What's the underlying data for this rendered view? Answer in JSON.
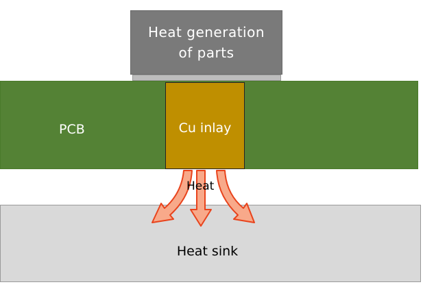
{
  "diagram": {
    "part_label_line1": "Heat generation",
    "part_label_line2": "of parts",
    "pcb_label": "PCB",
    "cu_label": "Cu inlay",
    "heat_label": "Heat",
    "sink_label": "Heat sink"
  },
  "colors": {
    "part": "#7a7a7a",
    "pcb": "#548235",
    "cu_inlay": "#bf8f00",
    "heat_sink": "#d9d9d9",
    "arrow_fill": "#f8a98a",
    "arrow_stroke": "#e8431c"
  }
}
